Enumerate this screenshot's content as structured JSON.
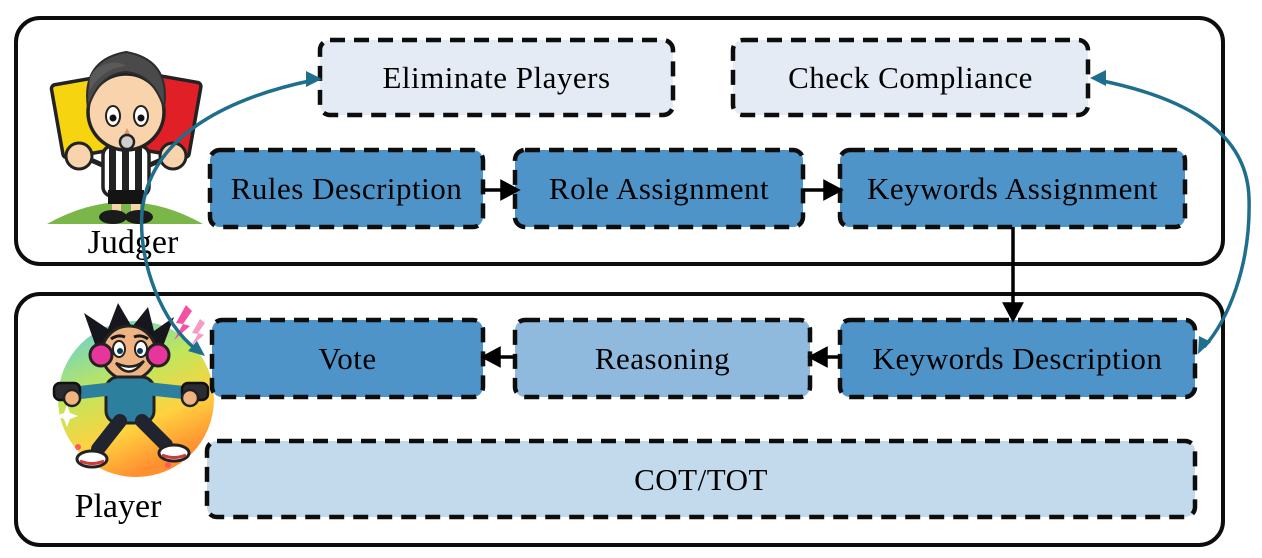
{
  "figure": {
    "judger_section": {
      "label": "Judger",
      "icon": "referee-with-yellow-and-red-cards",
      "boxes": {
        "eliminate_players": "Eliminate Players",
        "check_compliance": "Check Compliance",
        "rules_description": "Rules Description",
        "role_assignment": "Role Assignment",
        "keywords_assignment": "Keywords Assignment"
      }
    },
    "player_section": {
      "label": "Player",
      "icon": "gamer-with-controllers",
      "boxes": {
        "vote": "Vote",
        "reasoning": "Reasoning",
        "keywords_description": "Keywords Description",
        "cot_tot": "COT/TOT"
      }
    },
    "flows": [
      {
        "from": "Rules Description",
        "to": "Role Assignment",
        "style": "black-straight"
      },
      {
        "from": "Role Assignment",
        "to": "Keywords Assignment",
        "style": "black-straight"
      },
      {
        "from": "Keywords Assignment",
        "to": "Keywords Description",
        "style": "black-straight"
      },
      {
        "from": "Keywords Description",
        "to": "Reasoning",
        "style": "black-straight"
      },
      {
        "from": "Reasoning",
        "to": "Vote",
        "style": "black-straight"
      },
      {
        "from": "Vote",
        "to": "Eliminate Players",
        "style": "teal-curved-double-headed"
      },
      {
        "from": "Keywords Description",
        "to": "Check Compliance",
        "style": "teal-curved-double-headed"
      }
    ],
    "colors": {
      "primary_box_fill": "#4e94c8",
      "secondary_box_fill": "#8fbade",
      "tertiary_box_fill": "#c3d9ec",
      "action_box_fill": "#e4ebf5",
      "dashed_border": "#0d0d0d",
      "flow_arrow": "#000000",
      "feedback_arrow": "#1f6e8e"
    }
  }
}
